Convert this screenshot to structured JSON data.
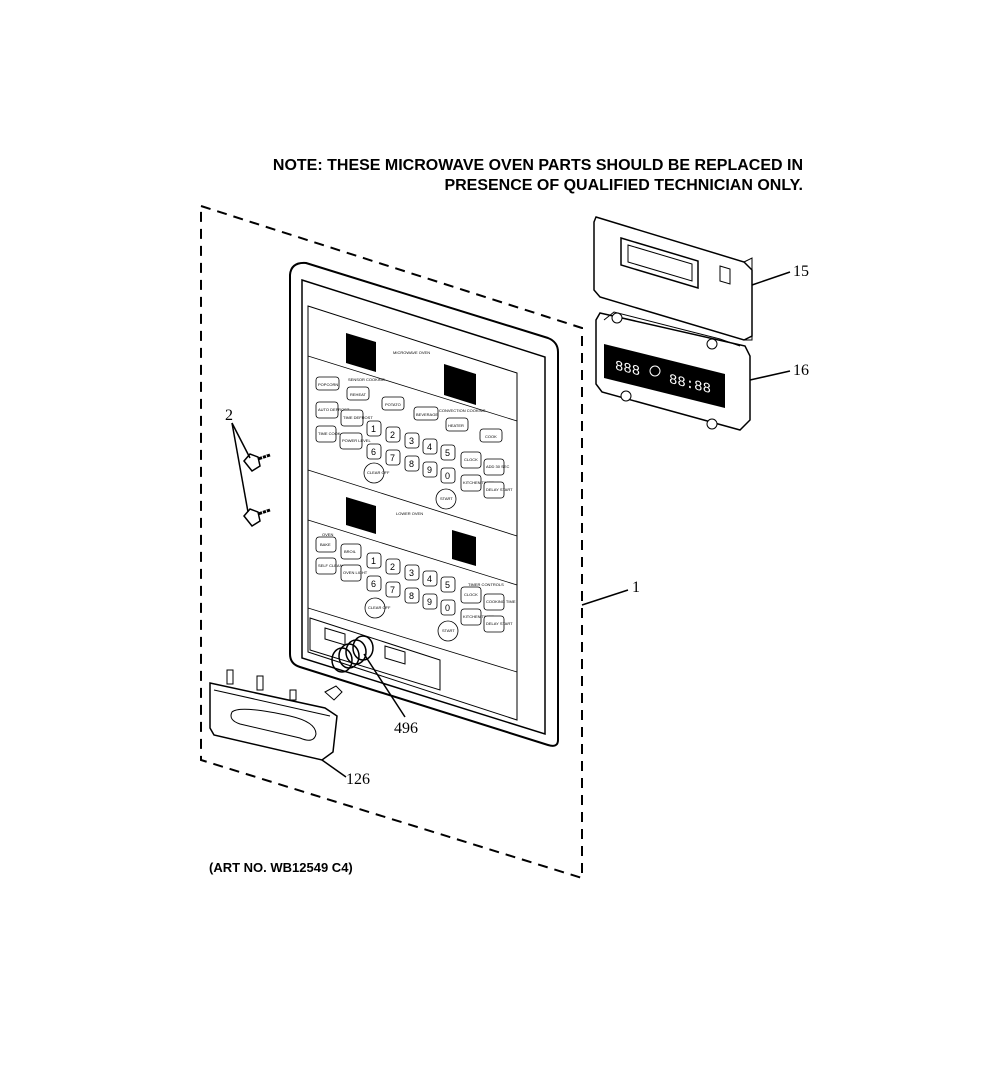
{
  "note": {
    "line1": "NOTE: THESE MICROWAVE OVEN PARTS SHOULD BE REPLACED IN",
    "line2": "PRESENCE OF QUALIFIED TECHNICIAN ONLY."
  },
  "art_number": "(ART NO. WB12549 C4)",
  "callouts": {
    "control_panel": "1",
    "screws": "2",
    "display_board": "15",
    "control_board": "16",
    "springs": "496",
    "latch_handle": "126"
  },
  "panel": {
    "upper_title": "MICROWAVE OVEN",
    "upper_section": "SENSOR COOKING",
    "conv_section": "CONVECTION COOKING",
    "lower_title": "LOWER OVEN",
    "lower_section": "OVEN",
    "timer_section": "TIMER CONTROLS",
    "upper_keys": [
      "POPCORN",
      "REHEAT",
      "POTATO",
      "BEVERAGE",
      "HEATER",
      "COOK"
    ],
    "upper_keys2": [
      "AUTO DEFROST",
      "TIME DEFROST",
      "TIME COOK",
      "POWER LEVEL",
      "CLOCK",
      "ADD 30 SEC",
      "KITCHEN TIMER",
      "DELAY START"
    ],
    "clear_label": "CLEAR OFF",
    "start_label": "START",
    "lower_keys": [
      "BAKE",
      "BROIL",
      "SELF CLEAN",
      "OVEN LIGHT",
      "CLOCK",
      "COOKING TIME",
      "KITCHEN TIMER",
      "DELAY START"
    ],
    "digits": [
      "1",
      "2",
      "3",
      "4",
      "5",
      "6",
      "7",
      "8",
      "9",
      "0"
    ]
  },
  "display_board": {
    "left_digits": "888",
    "right_digits": "88:88"
  }
}
